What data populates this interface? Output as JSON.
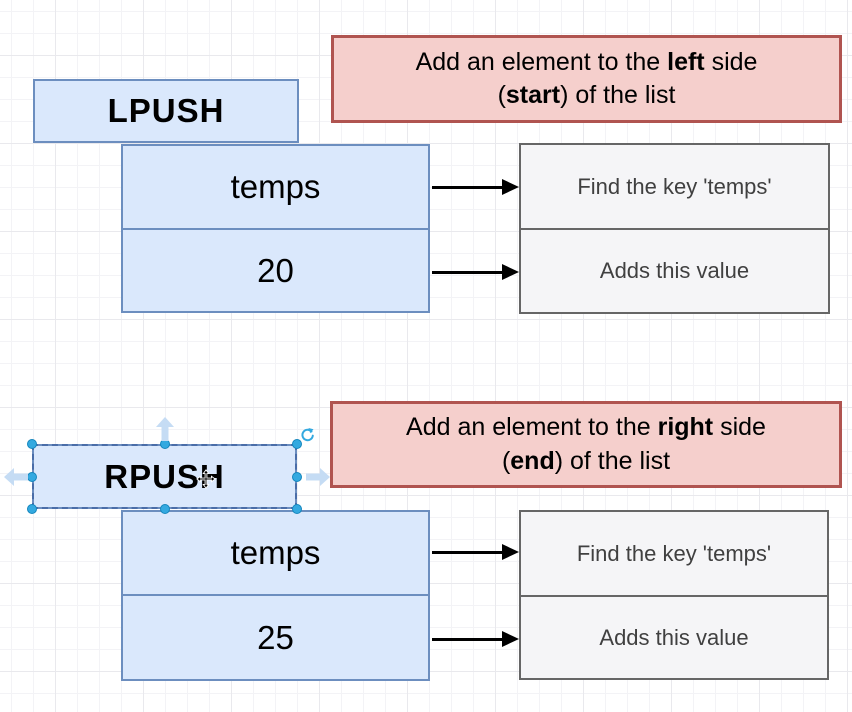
{
  "canvas": {
    "kind": "diagram-editor-canvas",
    "grid_minor_color": "#f3f3f6",
    "grid_major_color": "#e9e9ed"
  },
  "colors": {
    "shape_blue_fill": "#dae8fc",
    "shape_blue_stroke": "#6c8ebf",
    "note_pink_fill": "#f5cfcc",
    "note_pink_stroke": "#b05450",
    "step_gray_fill": "#f5f5f7",
    "step_gray_stroke": "#666666",
    "step_text": "#404040",
    "selection_handle": "#33a9e0",
    "selection_direction_arrow": "#c5dcf4",
    "connector": "#000000"
  },
  "sections": [
    {
      "command": "LPUSH",
      "key": "temps",
      "value": "20",
      "note": {
        "l1a": "Add an element to the ",
        "l1b": "left",
        "l1c": " side",
        "l2a": "(",
        "l2b": "start",
        "l2c": ") of the list"
      },
      "steps": [
        "Find the key 'temps'",
        "Adds this value"
      ]
    },
    {
      "command": "RPUSH",
      "key": "temps",
      "value": "25",
      "note": {
        "l1a": "Add an element to the ",
        "l1b": "right",
        "l1c": " side",
        "l2a": "(",
        "l2b": "end",
        "l2c": ") of the list"
      },
      "steps": [
        "Find the key 'temps'",
        "Adds this value"
      ]
    }
  ],
  "selection": {
    "selected_shape": "RPUSH",
    "handles": [
      "top-left",
      "top-middle",
      "top-right",
      "middle-left",
      "middle-right",
      "bottom-left",
      "bottom-middle",
      "bottom-right"
    ],
    "direction_arrows": [
      "up",
      "left",
      "right"
    ],
    "tools": [
      "rotate"
    ]
  }
}
